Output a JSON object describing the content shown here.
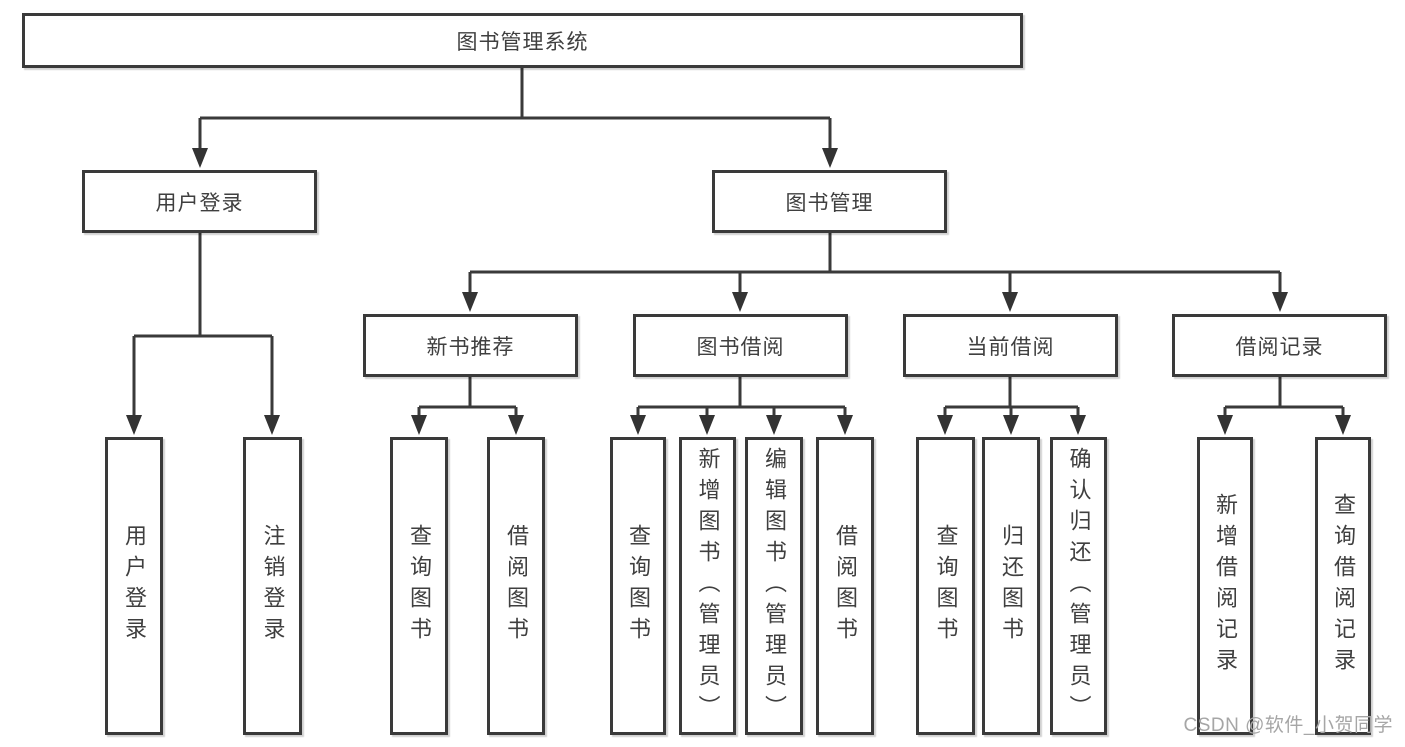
{
  "diagram": {
    "type": "hierarchy-tree",
    "nodes": {
      "root": "图书管理系统",
      "level1": [
        "用户登录",
        "图书管理"
      ],
      "level2": [
        "新书推荐",
        "图书借阅",
        "当前借阅",
        "借阅记录"
      ],
      "user_login_children": [
        "用户登录",
        "注销登录"
      ],
      "new_book_children": [
        "查询图书",
        "借阅图书"
      ],
      "book_borrow_children": [
        "查询图书",
        "新增图书（管理员）",
        "编辑图书（管理员）",
        "借阅图书"
      ],
      "current_borrow_children": [
        "查询图书",
        "归还图书",
        "确认归还（管理员）"
      ],
      "borrow_record_children": [
        "新增借阅记录",
        "查询借阅记录"
      ]
    },
    "colors": {
      "line": "#3a3a3a",
      "text": "#3f3f3f",
      "box_background": "#ffffff",
      "watermark": "#a6a6a6"
    }
  },
  "watermark": "CSDN @软件_小贺同学"
}
